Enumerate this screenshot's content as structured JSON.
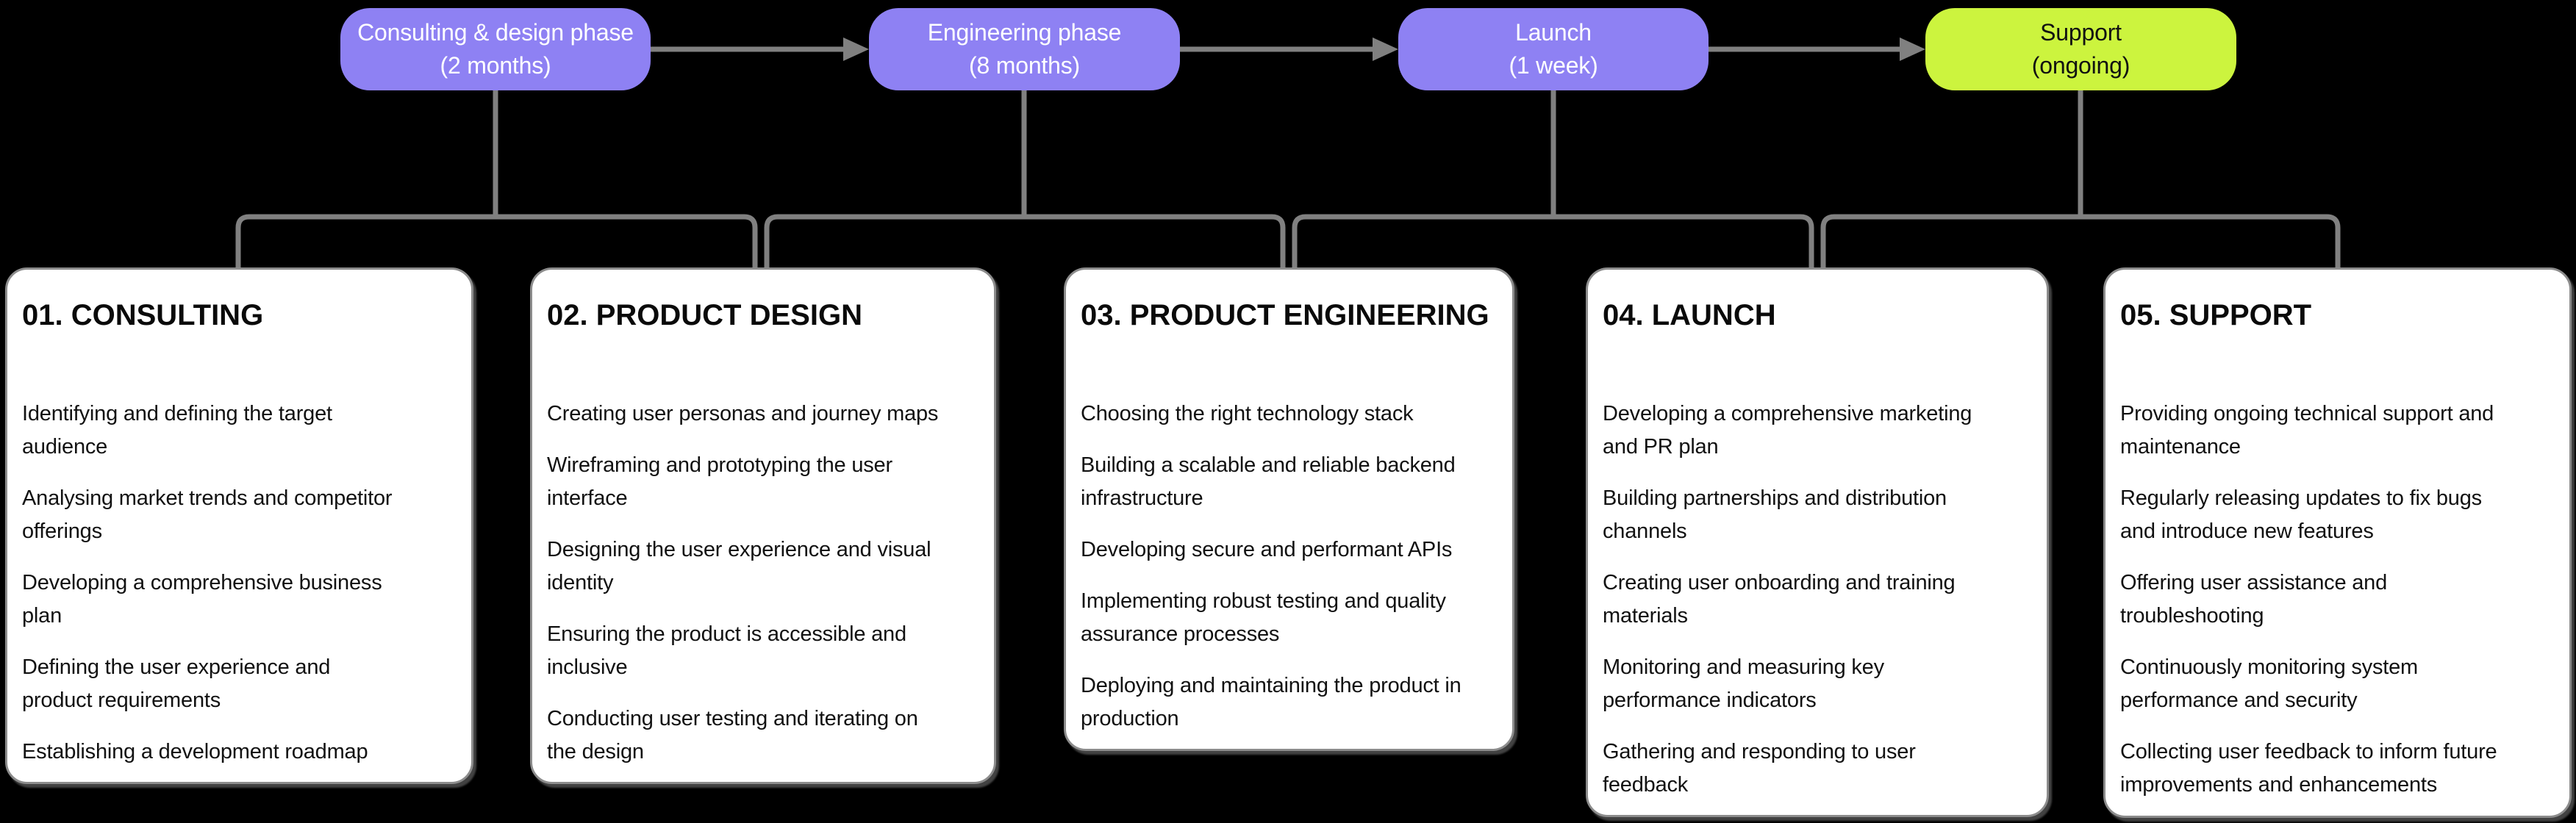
{
  "colors": {
    "background": "#000000",
    "phase_fill": "#8e81f3",
    "phase_text": "#ffffff",
    "support_fill": "#ccf43e",
    "support_text": "#111111",
    "connector": "#808080",
    "card_fill": "#ffffff",
    "card_border": "#8c8c8c",
    "card_text": "#111111"
  },
  "phases": [
    {
      "id": "phase-consulting-design",
      "label": "Consulting & design phase",
      "duration": "(2 months)"
    },
    {
      "id": "phase-engineering",
      "label": "Engineering phase",
      "duration": "(8 months)"
    },
    {
      "id": "phase-launch",
      "label": "Launch",
      "duration": "(1 week)"
    },
    {
      "id": "phase-support",
      "label": "Support",
      "duration": "(ongoing)"
    }
  ],
  "cards": [
    {
      "id": "card-01-consulting",
      "title": "01. CONSULTING",
      "items": [
        "Identifying and defining the target\naudience",
        "Analysing market trends and competitor\nofferings",
        "Developing a comprehensive business\nplan",
        "Defining the user experience and\nproduct requirements",
        "Establishing a development roadmap"
      ]
    },
    {
      "id": "card-02-product-design",
      "title": "02. PRODUCT DESIGN",
      "items": [
        "Creating user personas and journey maps",
        "Wireframing and prototyping the user\ninterface",
        "Designing the user experience and visual\nidentity",
        "Ensuring the product is accessible and\ninclusive",
        "Conducting user testing and iterating on\nthe design"
      ]
    },
    {
      "id": "card-03-product-engineering",
      "title": "03. PRODUCT ENGINEERING",
      "items": [
        "Choosing the right technology stack",
        "Building a scalable and reliable backend\ninfrastructure",
        "Developing secure and performant APIs",
        "Implementing robust testing and quality\nassurance processes",
        "Deploying and maintaining the product in\nproduction"
      ]
    },
    {
      "id": "card-04-launch",
      "title": "04. LAUNCH",
      "items": [
        "Developing a comprehensive marketing\nand PR plan",
        "Building partnerships and distribution\nchannels",
        "Creating user onboarding and training\nmaterials",
        "Monitoring and measuring key\nperformance indicators",
        "Gathering and responding to user\nfeedback"
      ]
    },
    {
      "id": "card-05-support",
      "title": "05. SUPPORT",
      "items": [
        "Providing ongoing technical support and\nmaintenance",
        "Regularly releasing updates to fix bugs\nand introduce new features",
        "Offering user assistance and\ntroubleshooting",
        "Continuously monitoring system\nperformance and security",
        "Collecting user feedback to inform future\nimprovements and enhancements"
      ]
    }
  ],
  "edges": [
    {
      "from": "phase-consulting-design",
      "to": "phase-engineering",
      "style": "arrow"
    },
    {
      "from": "phase-engineering",
      "to": "phase-launch",
      "style": "arrow"
    },
    {
      "from": "phase-launch",
      "to": "phase-support",
      "style": "arrow"
    },
    {
      "from": "phase-consulting-design",
      "to": "card-01-consulting",
      "style": "elbow"
    },
    {
      "from": "phase-consulting-design",
      "to": "card-02-product-design",
      "style": "elbow"
    },
    {
      "from": "phase-engineering",
      "to": "card-02-product-design",
      "style": "elbow"
    },
    {
      "from": "phase-engineering",
      "to": "card-03-product-engineering",
      "style": "elbow"
    },
    {
      "from": "phase-launch",
      "to": "card-03-product-engineering",
      "style": "elbow"
    },
    {
      "from": "phase-launch",
      "to": "card-04-launch",
      "style": "elbow"
    },
    {
      "from": "phase-support",
      "to": "card-04-launch",
      "style": "elbow"
    },
    {
      "from": "phase-support",
      "to": "card-05-support",
      "style": "elbow"
    }
  ]
}
